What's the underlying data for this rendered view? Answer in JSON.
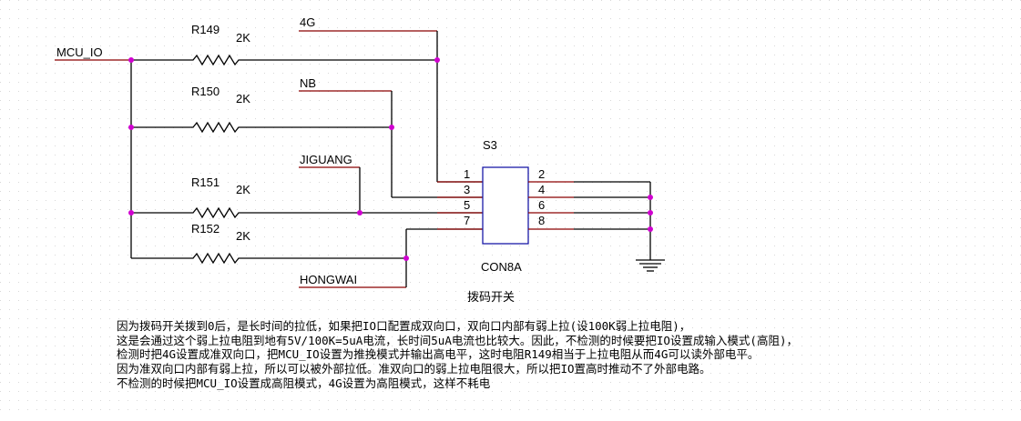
{
  "components": {
    "resistors": [
      {
        "ref": "R149",
        "value": "2K"
      },
      {
        "ref": "R150",
        "value": "2K"
      },
      {
        "ref": "R151",
        "value": "2K"
      },
      {
        "ref": "R152",
        "value": "2K"
      }
    ],
    "switch": {
      "ref": "S3",
      "part": "CON8A",
      "caption": "拨码开关",
      "pins_left": [
        "1",
        "3",
        "5",
        "7"
      ],
      "pins_right": [
        "2",
        "4",
        "6",
        "8"
      ]
    }
  },
  "nets": {
    "mcu_io": "MCU_IO",
    "n4g": "4G",
    "nb": "NB",
    "jiguang": "JIGUANG",
    "hongwai": "HONGWAI"
  },
  "notes": [
    "因为拨码开关拨到0后，是长时间的拉低，如果把IO口配置成双向口，双向口内部有弱上拉(设100K弱上拉电阻)，",
    "这是会通过这个弱上拉电阻到地有5V/100K=5uA电流，长时间5uA电流也比较大。因此，不检测的时候要把IO设置成输入模式(高阻)，",
    "检测时把4G设置成准双向口，把MCU_IO设置为推挽模式并输出高电平，这时电阻R149相当于上拉电阻从而4G可以读外部电平。",
    "因为准双向口内部有弱上拉，所以可以被外部拉低。准双向口的弱上拉电阻很大，所以把IO置高时推动不了外部电路。",
    "不检测的时候把MCU_IO设置成高阻模式，4G设置为高阻模式，这样不耗电"
  ],
  "colors": {
    "wire": "#000000",
    "net_line": "#8b0000",
    "junction": "#d000d0"
  }
}
